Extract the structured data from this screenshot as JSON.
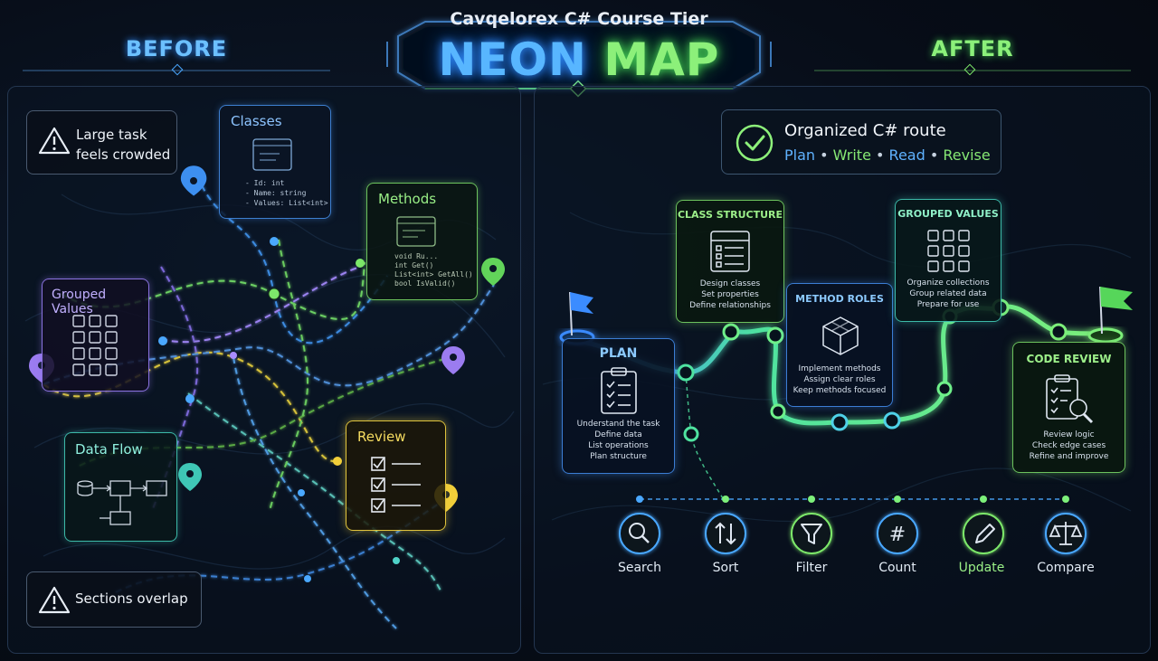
{
  "header": {
    "course": "Cavqelorex C# Course Tier",
    "title_left": "NEON",
    "title_right": "MAP",
    "before_label": "BEFORE",
    "after_label": "AFTER"
  },
  "colors": {
    "blue": "#4aa8ff",
    "green": "#7de86a",
    "purple": "#a98cff",
    "yellow": "#f2cf3a",
    "teal": "#4fd2c8"
  },
  "before": {
    "warning_top": [
      "Large task",
      "feels crowded"
    ],
    "warning_bottom": "Sections overlap",
    "classes": {
      "title": "Classes",
      "code": [
        "- Id: int",
        "- Name: string",
        "- Values: List<int>"
      ]
    },
    "methods": {
      "title": "Methods",
      "code": [
        "void Ru...",
        "int Get()",
        "List<int> GetAll()",
        "bool IsValid()"
      ]
    },
    "grouped_values": {
      "title": "Grouped Values"
    },
    "data_flow": {
      "title": "Data Flow"
    },
    "review": {
      "title": "Review"
    }
  },
  "after": {
    "banner": {
      "title": "Organized C# route",
      "steps": [
        "Plan",
        "Write",
        "Read",
        "Revise"
      ],
      "sep": "•"
    },
    "plan": {
      "title": "PLAN",
      "lines": [
        "Understand the task",
        "Define data",
        "List operations",
        "Plan structure"
      ]
    },
    "class_structure": {
      "title": "CLASS STRUCTURE",
      "lines": [
        "Design classes",
        "Set properties",
        "Define relationships"
      ]
    },
    "method_roles": {
      "title": "METHOD ROLES",
      "lines": [
        "Implement methods",
        "Assign clear roles",
        "Keep methods focused"
      ]
    },
    "grouped_values": {
      "title": "GROUPED VALUES",
      "lines": [
        "Organize collections",
        "Group related data",
        "Prepare for use"
      ]
    },
    "code_review": {
      "title": "CODE REVIEW",
      "lines": [
        "Review logic",
        "Check edge cases",
        "Refine and improve"
      ]
    },
    "tools": [
      {
        "label": "Search",
        "icon": "search-icon",
        "color": "#4aa8ff"
      },
      {
        "label": "Sort",
        "icon": "sort-icon",
        "color": "#4aa8ff"
      },
      {
        "label": "Filter",
        "icon": "filter-icon",
        "color": "#7de86a"
      },
      {
        "label": "Count",
        "icon": "hash-icon",
        "color": "#4aa8ff"
      },
      {
        "label": "Update",
        "icon": "pencil-icon",
        "color": "#7de86a"
      },
      {
        "label": "Compare",
        "icon": "scale-icon",
        "color": "#4aa8ff"
      }
    ]
  }
}
